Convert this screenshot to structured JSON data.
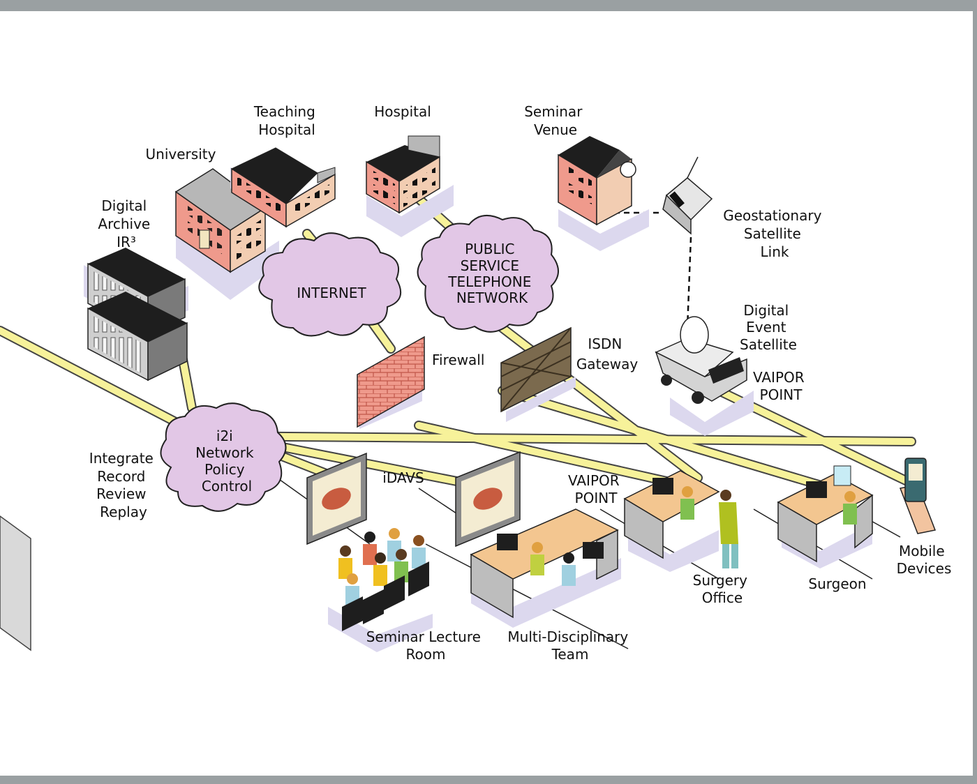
{
  "labels": {
    "teaching_hospital": [
      "Teaching",
      "Hospital"
    ],
    "hospital": [
      "Hospital"
    ],
    "seminar_venue": [
      "Seminar",
      "Venue"
    ],
    "university": [
      "University"
    ],
    "digital_archive": [
      "Digital",
      "Archive",
      "IR³"
    ],
    "geostationary": [
      "Geostationary",
      "Satellite",
      "Link"
    ],
    "internet": [
      "INTERNET"
    ],
    "pstn": [
      "PUBLIC",
      "SERVICE",
      "TELEPHONE",
      "NETWORK"
    ],
    "digital_event": [
      "Digital",
      "Event",
      "Satellite"
    ],
    "vaipor_point_1": [
      "VAIPOR",
      "POINT"
    ],
    "firewall": [
      "Firewall"
    ],
    "isdn": [
      "ISDN",
      "Gateway"
    ],
    "i2i": [
      "i2i",
      "Network",
      "Policy",
      "Control"
    ],
    "integrate": [
      "Integrate",
      "Record",
      "Review",
      "Replay"
    ],
    "idavs": [
      "iDAVS"
    ],
    "vaipor_point_2": [
      "VAIPOR",
      "POINT"
    ],
    "mobile": [
      "Mobile",
      "Devices"
    ],
    "surgery_office": [
      "Surgery",
      "Office"
    ],
    "surgeon": [
      "Surgeon"
    ],
    "seminar_room": [
      "Seminar Lecture",
      "Room"
    ],
    "mdt": [
      "Multi-Disciplinary",
      "Team"
    ]
  },
  "colors": {
    "network_link": "#f7f29a",
    "link_outline": "#444444",
    "cloud": "#e2c7e6",
    "brick": "#ef9a8c",
    "building_tan": "#f2cdb2",
    "roof": "#1e1e1e",
    "shadow": "#dcd8ee",
    "frame": "#9aa0a2"
  }
}
